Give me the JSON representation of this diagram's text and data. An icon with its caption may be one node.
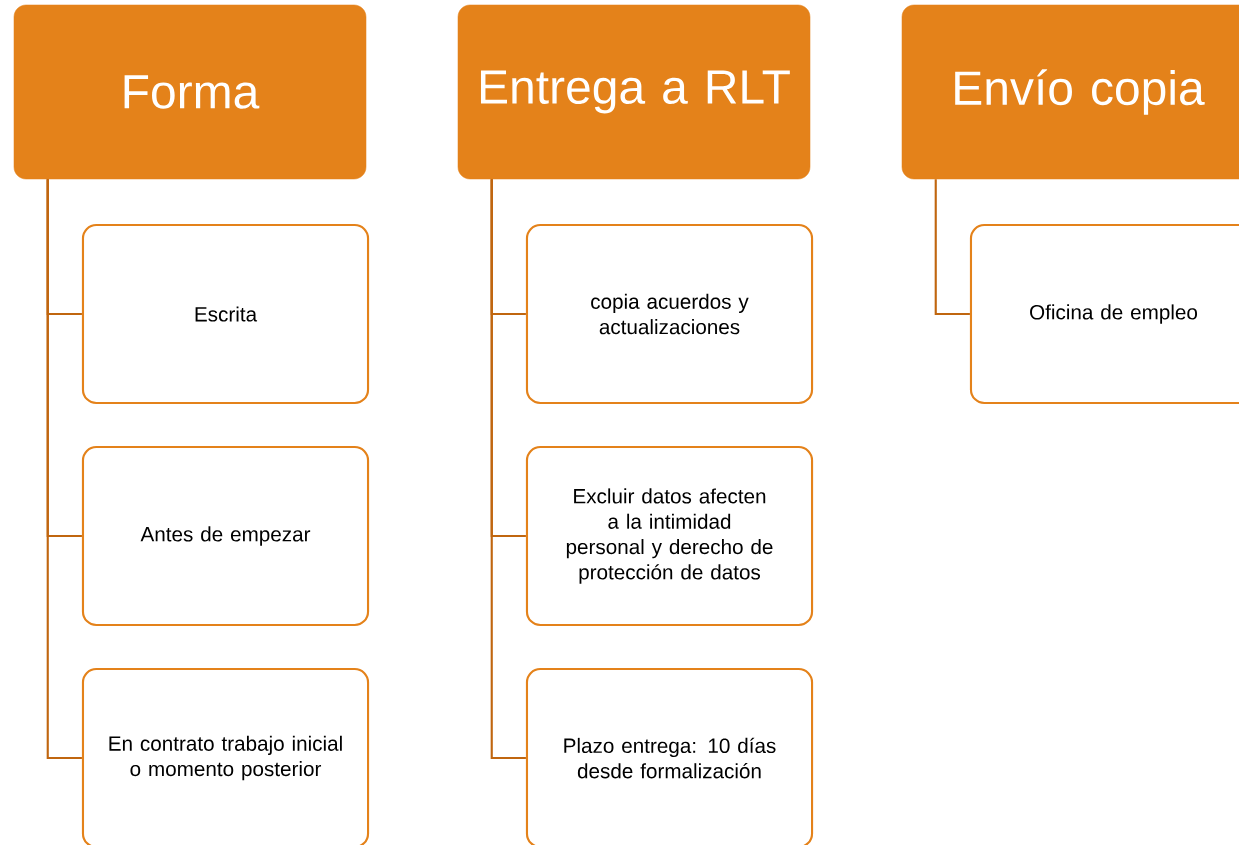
{
  "diagram": {
    "nodes": [
      {
        "text": [
          "Forma"
        ]
      },
      {
        "text": [
          "Escrita"
        ]
      },
      {
        "text": [
          "Antes de empezar"
        ]
      },
      {
        "text": [
          "En contrato trabajo inicial o momento posterior"
        ]
      },
      {
        "text": [
          "Entrega a RLT"
        ]
      },
      {
        "text": [
          "copia acuerdos y actualizaciones"
        ]
      },
      {
        "text": [
          "Excluir datos afecten a la intimidad personal y derecho de protección de datos"
        ]
      },
      {
        "text": [
          "Plazo entrega: 10 días desde formalización"
        ]
      },
      {
        "text": [
          "Envío copia"
        ]
      },
      {
        "text": [
          "Oficina de empleo"
        ]
      }
    ],
    "edges": [
      {
        "from": 0,
        "to": 1,
        "arrow": "none"
      },
      {
        "from": 0,
        "to": 2,
        "arrow": "none"
      },
      {
        "from": 0,
        "to": 3,
        "arrow": "none"
      },
      {
        "from": 4,
        "to": 5,
        "arrow": "none"
      },
      {
        "from": 4,
        "to": 6,
        "arrow": "none"
      },
      {
        "from": 4,
        "to": 7,
        "arrow": "none"
      },
      {
        "from": 8,
        "to": 9,
        "arrow": "none"
      }
    ]
  }
}
